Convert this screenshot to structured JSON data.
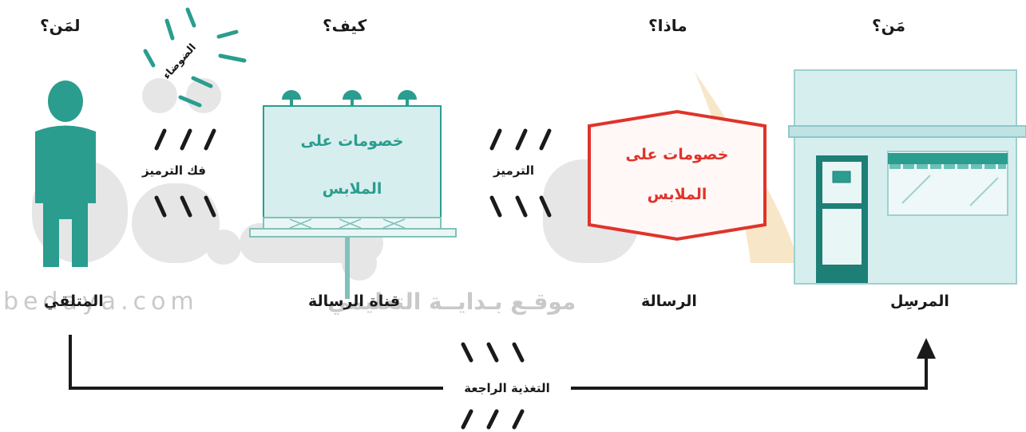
{
  "questions": {
    "who": "مَن؟",
    "what": "ماذا؟",
    "how": "كيف؟",
    "to_whom": "لمَن؟"
  },
  "labels": {
    "sender": "المرسِل",
    "message": "الرسالة",
    "channel": "قناة الرسالة",
    "receiver": "المتلقي",
    "encoding": "الترميز",
    "decoding": "فك الترميز",
    "noise": "الضوضاء",
    "feedback": "التغذية الراجعة"
  },
  "message_text": {
    "line1": "خصومات على",
    "line2": "الملابس"
  },
  "billboard_text": {
    "line1": "خصومات على",
    "line2": "الملابس"
  },
  "watermark": {
    "latin": "bedaya.com",
    "arabic": "موقـع بـدايــة التعليمي"
  },
  "colors": {
    "teal": "#2a9d8f",
    "teal_dark": "#137a72",
    "red": "#e0332b",
    "light_teal": "#d7eeee",
    "black": "#1a1a1a"
  }
}
